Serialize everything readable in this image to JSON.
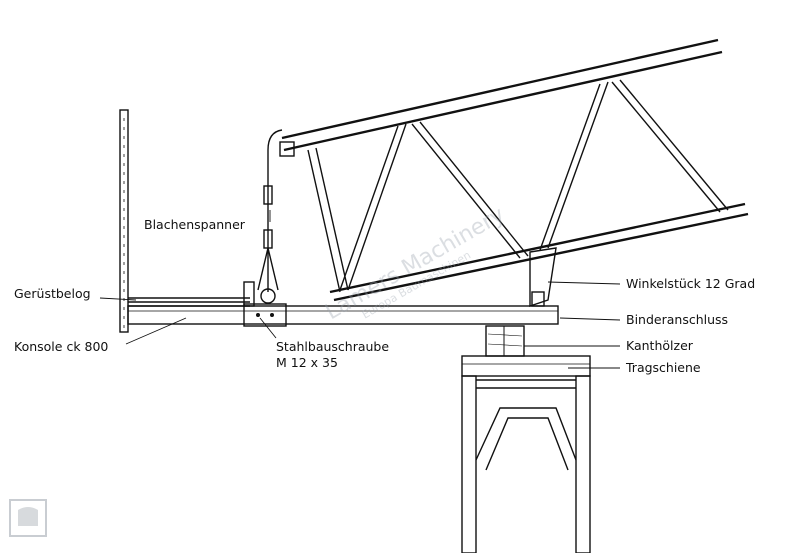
{
  "diagram": {
    "labels": {
      "blachenspanner": "Blachenspanner",
      "geruestbelog": "Gerüstbelog",
      "konsole": "Konsole ck 800",
      "stahlbauschraube": "Stahlbauschraube",
      "stahlbauschraube_size": "M 12 x 35",
      "winkelstueck": "Winkelstück 12 Grad",
      "binderanschluss": "Binderanschluss",
      "kanthoelzer": "Kanthölzer",
      "tragschiene": "Tragschiene"
    },
    "watermark": {
      "main": "Lamers Machinery",
      "sub": "Europa Baumaschinen"
    }
  }
}
